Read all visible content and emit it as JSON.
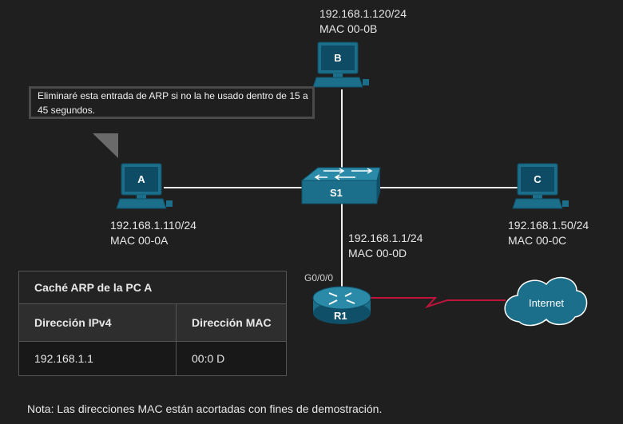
{
  "pcs": {
    "a": {
      "letter": "A",
      "ip": "192.168.1.110/24",
      "mac": "MAC 00-0A"
    },
    "b": {
      "letter": "B",
      "ip": "192.168.1.120/24",
      "mac": "MAC 00-0B"
    },
    "c": {
      "letter": "C",
      "ip": "192.168.1.50/24",
      "mac": "MAC 00-0C"
    }
  },
  "switch": {
    "label": "S1"
  },
  "router": {
    "label": "R1",
    "interface": "G0/0/0",
    "ip": "192.168.1.1/24",
    "mac": "MAC 00-0D"
  },
  "cloud": {
    "label": "Internet"
  },
  "bubble": {
    "text": "Eliminaré esta entrada de ARP si no la he usado dentro de 15 a 45 segundos."
  },
  "arp_table": {
    "title": "Caché ARP de la PC A",
    "headers": [
      "Dirección IPv4",
      "Dirección MAC"
    ],
    "rows": [
      [
        "192.168.1.1",
        "00:0 D"
      ]
    ]
  },
  "note": "Nota: Las direcciones MAC están acortadas con fines de demostración.",
  "colors": {
    "device": "#1b6f8a",
    "device_dark": "#0f5068",
    "link": "#ffffff",
    "wan_link": "#c0143c",
    "background": "#1f1f1f"
  }
}
